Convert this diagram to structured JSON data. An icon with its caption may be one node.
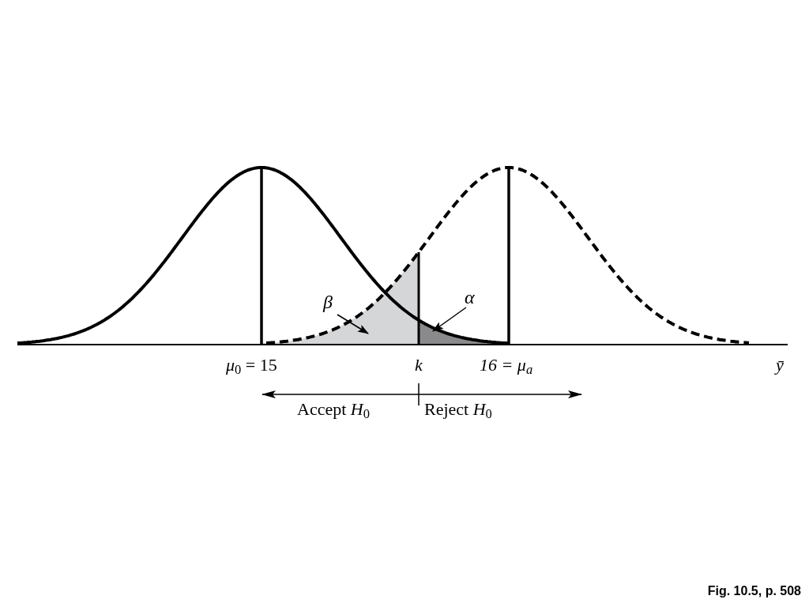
{
  "diagram": {
    "caption": "Fig. 10.5, p. 508",
    "nodes": [
      {
        "text": [
          "β"
        ]
      },
      {
        "text": [],
        "shape": "area"
      },
      {
        "text": [
          "α"
        ]
      },
      {
        "text": [],
        "shape": "area"
      }
    ],
    "edges": [
      {
        "from": 0,
        "to": 1,
        "arrow": "to"
      },
      {
        "from": 2,
        "to": 3,
        "arrow": "to"
      }
    ],
    "labels": [
      "*μ*$_{0}$ = 15",
      "k",
      "16 = μ$_{a}$",
      "ȳ",
      "Accept *H*$_{0}$",
      "Reject *H*$_{0}$"
    ]
  }
}
